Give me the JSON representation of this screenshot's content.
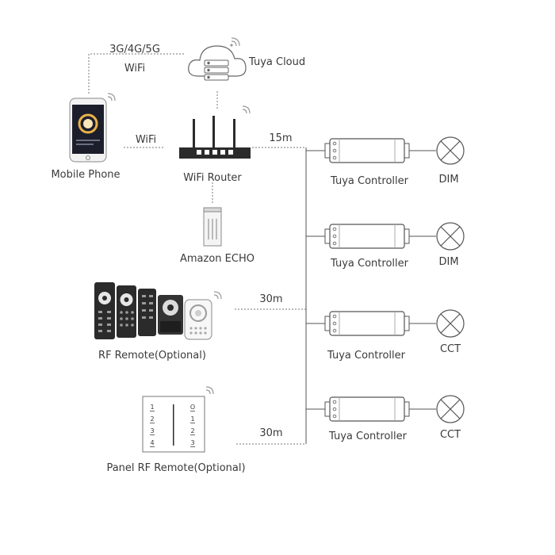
{
  "labels": {
    "network_top": "3G/4G/5G",
    "network_bottom": "WiFi",
    "cloud": "Tuya Cloud",
    "phone": "Mobile Phone",
    "phone_link": "WiFi",
    "router": "WiFi Router",
    "echo": "Amazon ECHO",
    "rf_remote": "RF Remote(Optional)",
    "panel_remote": "Panel RF Remote(Optional)",
    "dist_router": "15m",
    "dist_rf": "30m",
    "dist_panel": "30m"
  },
  "controllers": [
    {
      "label": "Tuya Controller",
      "load": "DIM"
    },
    {
      "label": "Tuya Controller",
      "load": "DIM"
    },
    {
      "label": "Tuya Controller",
      "load": "CCT"
    },
    {
      "label": "Tuya Controller",
      "load": "CCT"
    }
  ],
  "panel_keys": {
    "left": [
      "1",
      "2",
      "3",
      "4"
    ],
    "right": [
      "O",
      "1",
      "2",
      "3"
    ]
  },
  "colors": {
    "line": "#555555",
    "dashed": "#777777",
    "device_dark": "#2b2b2b",
    "accent_warm": "#e9b24a"
  }
}
